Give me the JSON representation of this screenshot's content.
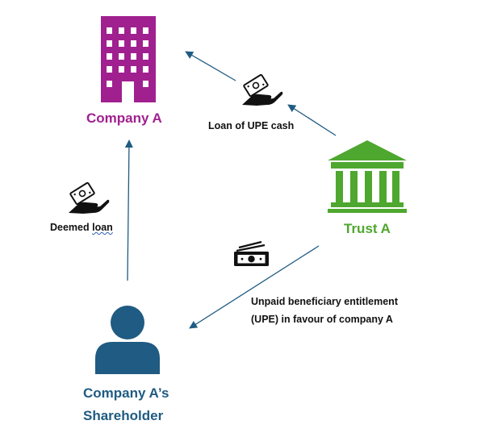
{
  "nodes": {
    "company": {
      "label": "Company A",
      "color": "#a0208f",
      "icon": "office-building-icon"
    },
    "trust": {
      "label": "Trust A",
      "color": "#4ea72e",
      "icon": "bank-building-icon"
    },
    "shareholder": {
      "label_line1": "Company A’s",
      "label_line2": "Shareholder",
      "color": "#1f5b82",
      "icon": "person-icon"
    }
  },
  "edges": {
    "trust_to_company": {
      "label": "Loan of UPE cash",
      "icon": "hand-holding-money-icon"
    },
    "shareholder_to_company": {
      "label_prefix": "Deemed ",
      "label_underlined": "loan",
      "icon": "hand-holding-money-icon"
    },
    "trust_to_shareholder": {
      "label_line1": "Unpaid beneficiary entitlement",
      "label_line2": "(UPE) in favour of company A",
      "icon": "cash-bill-icon"
    }
  },
  "colors": {
    "arrow": "#1f5b82",
    "text": "#111111"
  }
}
